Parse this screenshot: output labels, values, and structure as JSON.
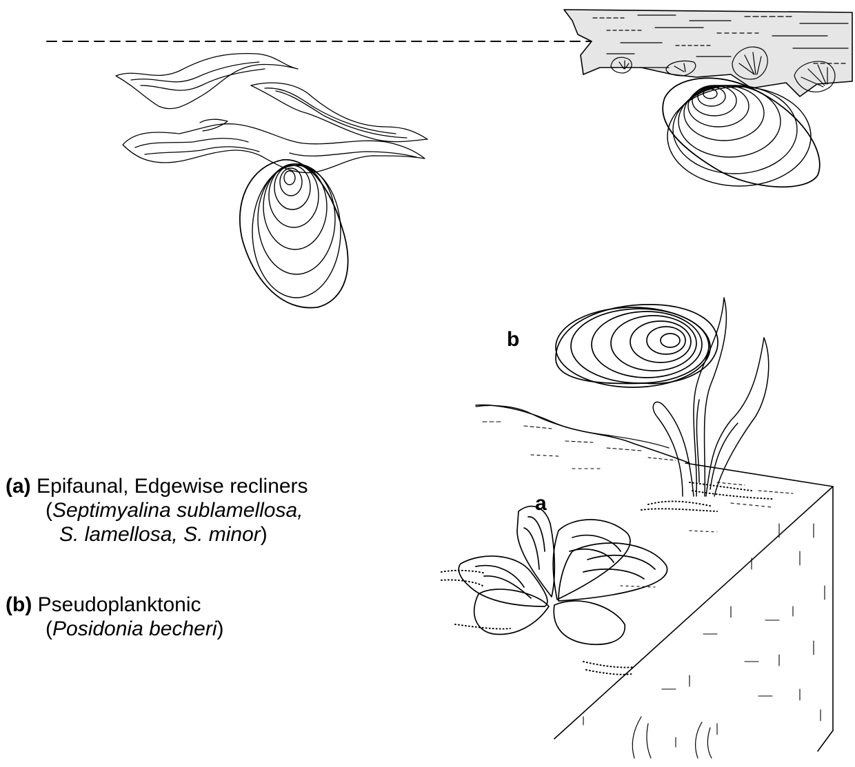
{
  "labels": {
    "b": "b",
    "a": "a"
  },
  "legend": {
    "a": {
      "key": "(a)",
      "category": " Epifaunal, Edgewise recliners",
      "open": "(",
      "species1": "Septimyalina sublamellosa,",
      "species2": "S. lamellosa, S. minor",
      "close": ")"
    },
    "b": {
      "key": "(b)",
      "category": " Pseudoplanktonic",
      "open": "(",
      "species": "Posidonia becheri",
      "close": ")"
    }
  }
}
